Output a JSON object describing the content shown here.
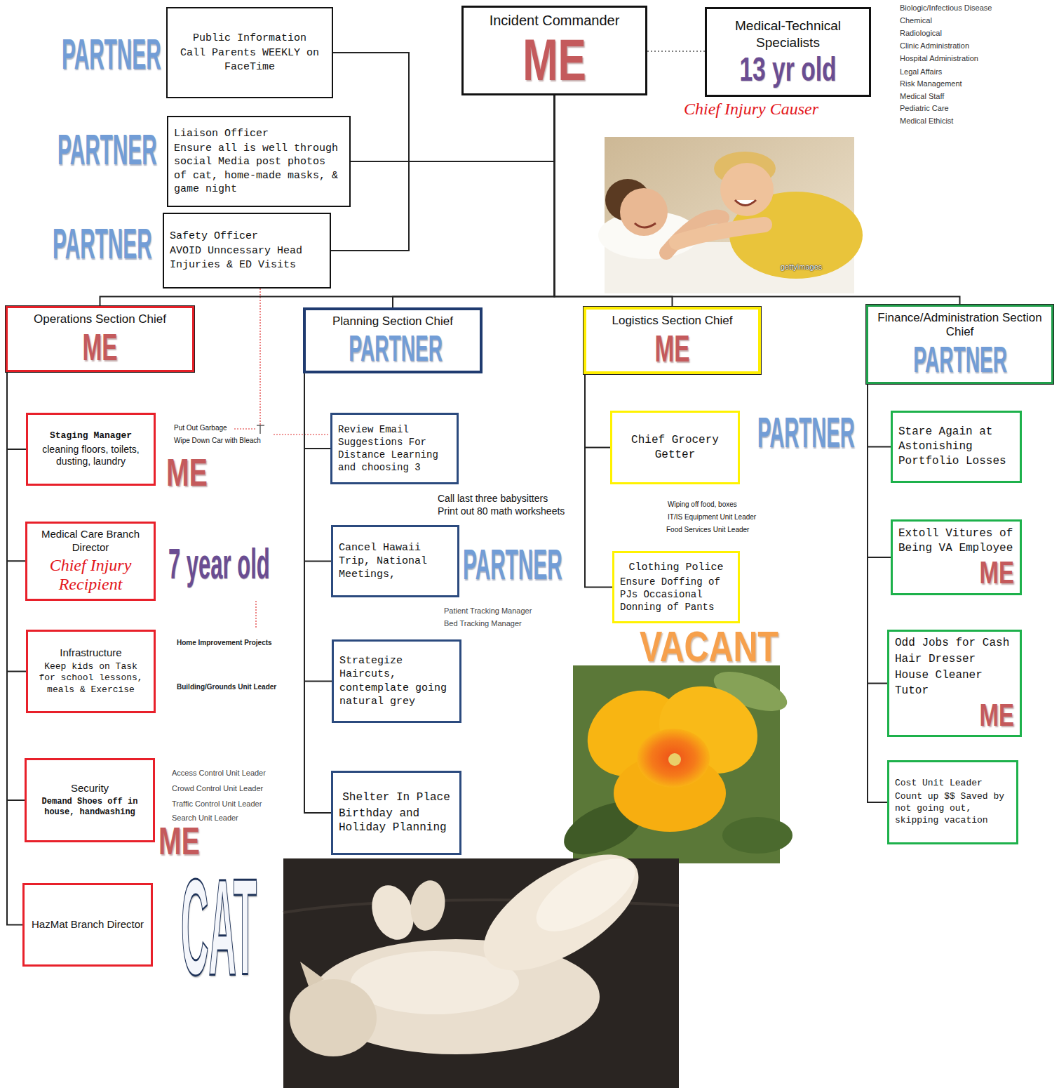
{
  "diagram": {
    "nodes": [
      {
        "text": [
          "Public Information",
          "Call Parents WEEKLY on FaceTime"
        ]
      },
      {
        "text": [
          "Incident Commander",
          "ME"
        ]
      },
      {
        "text": [
          "Medical-Technical Specialists",
          "13 yr old"
        ]
      },
      {
        "text": [
          "Liaison Officer",
          "Ensure all is well through social Media post photos of cat, home-made masks, & game night"
        ]
      },
      {
        "text": [
          "Safety Officer",
          "AVOID Unncessary Head Injuries & ED Visits"
        ]
      },
      {
        "text": [
          "Operations Section Chief",
          "ME"
        ]
      },
      {
        "text": [
          "Planning Section Chief",
          "PARTNER"
        ]
      },
      {
        "text": [
          "Logistics Section Chief",
          "ME"
        ]
      },
      {
        "text": [
          "Finance/Administration Section Chief",
          "PARTNER"
        ]
      },
      {
        "text": [
          "Staging Manager",
          "cleaning floors, toilets, dusting, laundry"
        ]
      },
      {
        "text": [
          "Medical Care Branch Director",
          "Chief Injury Recipient"
        ]
      },
      {
        "text": [
          "Infrastructure",
          "Keep kids on Task for school lessons, meals & Exercise"
        ]
      },
      {
        "text": [
          "Security",
          "Demand Shoes off in house, handwashing"
        ]
      },
      {
        "text": [
          "HazMat Branch Director"
        ]
      },
      {
        "text": [
          "Review Email Suggestions For Distance Learning and choosing 3"
        ]
      },
      {
        "text": [
          "Cancel Hawaii Trip, National Meetings,"
        ]
      },
      {
        "text": [
          "Strategize Haircuts, contemplate going natural grey"
        ]
      },
      {
        "text": [
          "Shelter In Place",
          "Birthday and Holiday Planning"
        ]
      },
      {
        "text": [
          "Chief Grocery Getter"
        ]
      },
      {
        "text": [
          "Clothing Police",
          "Ensure Doffing of PJs Occasional Donning of Pants"
        ]
      },
      {
        "text": [
          "Stare Again at Astonishing Portfolio Losses"
        ]
      },
      {
        "text": [
          "Extoll Vitures of Being VA Employee",
          "ME"
        ]
      },
      {
        "text": [
          "Odd Jobs for Cash",
          "Hair Dresser",
          "House Cleaner",
          "Tutor",
          "ME"
        ]
      },
      {
        "text": [
          "Cost Unit Leader",
          "Count up $$ Saved by not going out, skipping vacation"
        ]
      }
    ],
    "edges": [
      {
        "from": 1,
        "to": 0,
        "arrow": "none"
      },
      {
        "from": 1,
        "to": 3,
        "arrow": "none"
      },
      {
        "from": 1,
        "to": 4,
        "arrow": "none"
      },
      {
        "from": 1,
        "to": 2,
        "arrow": "none"
      },
      {
        "from": 1,
        "to": 5,
        "arrow": "none"
      },
      {
        "from": 1,
        "to": 6,
        "arrow": "none"
      },
      {
        "from": 1,
        "to": 7,
        "arrow": "none"
      },
      {
        "from": 1,
        "to": 8,
        "arrow": "none"
      },
      {
        "from": 5,
        "to": 9,
        "arrow": "none"
      },
      {
        "from": 5,
        "to": 10,
        "arrow": "none"
      },
      {
        "from": 5,
        "to": 11,
        "arrow": "none"
      },
      {
        "from": 5,
        "to": 12,
        "arrow": "none"
      },
      {
        "from": 5,
        "to": 13,
        "arrow": "none"
      },
      {
        "from": 6,
        "to": 14,
        "arrow": "none"
      },
      {
        "from": 6,
        "to": 15,
        "arrow": "none"
      },
      {
        "from": 6,
        "to": 16,
        "arrow": "none"
      },
      {
        "from": 6,
        "to": 17,
        "arrow": "none"
      },
      {
        "from": 7,
        "to": 18,
        "arrow": "none"
      },
      {
        "from": 7,
        "to": 19,
        "arrow": "none"
      },
      {
        "from": 8,
        "to": 20,
        "arrow": "none"
      },
      {
        "from": 8,
        "to": 21,
        "arrow": "none"
      },
      {
        "from": 8,
        "to": 22,
        "arrow": "none"
      },
      {
        "from": 8,
        "to": 23,
        "arrow": "none"
      }
    ],
    "labels": [
      "PARTNER",
      "Biologic/Infectious Disease",
      "Chemical",
      "Radiological",
      "Clinic Administration",
      "Hospital Administration",
      "Legal Affairs",
      "Risk Management",
      "Medical Staff",
      "Pediatric Care",
      "Medical Ethicist",
      "Chief Injury Causer",
      "PARTNER",
      "PARTNER",
      "gettyimages",
      "Put Out Garbage",
      "Wipe Down Car with Bleach",
      "ME",
      "Call last three babysitters",
      "Print out 80 math worksheets",
      "Wiping off food, boxes",
      "IT/IS Equipment Unit Leader",
      "Food Services Unit Leader",
      "7 year old",
      "PARTNER",
      "Patient Tracking Manager",
      "Bed Tracking Manager",
      "VACANT",
      "PARTNER",
      "Home Improvement Projects",
      "Building/Grounds Unit Leader",
      "Access Control Unit Leader",
      "Crowd Control Unit Leader",
      "Traffic Control Unit Leader",
      "Search Unit Leader",
      "ME",
      "CAT"
    ]
  }
}
